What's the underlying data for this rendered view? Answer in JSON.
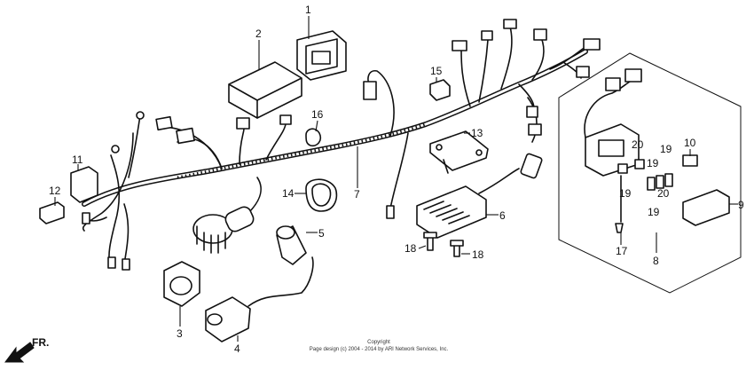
{
  "callouts": {
    "c1": "1",
    "c2": "2",
    "c3": "3",
    "c4": "4",
    "c5": "5",
    "c6": "6",
    "c7": "7",
    "c8": "8",
    "c9": "9",
    "c10": "10",
    "c11": "11",
    "c12": "12",
    "c13": "13",
    "c14": "14",
    "c15": "15",
    "c16": "16",
    "c17": "17",
    "c18a": "18",
    "c18b": "18",
    "c19a": "19",
    "c19b": "19",
    "c19c": "19",
    "c19d": "19",
    "c20a": "20",
    "c20b": "20"
  },
  "footer": {
    "copyright": "Copyright",
    "page_design": "Page design (c) 2004 - 2014 by ARI Network Services, Inc."
  },
  "direction": {
    "label": "FR."
  }
}
